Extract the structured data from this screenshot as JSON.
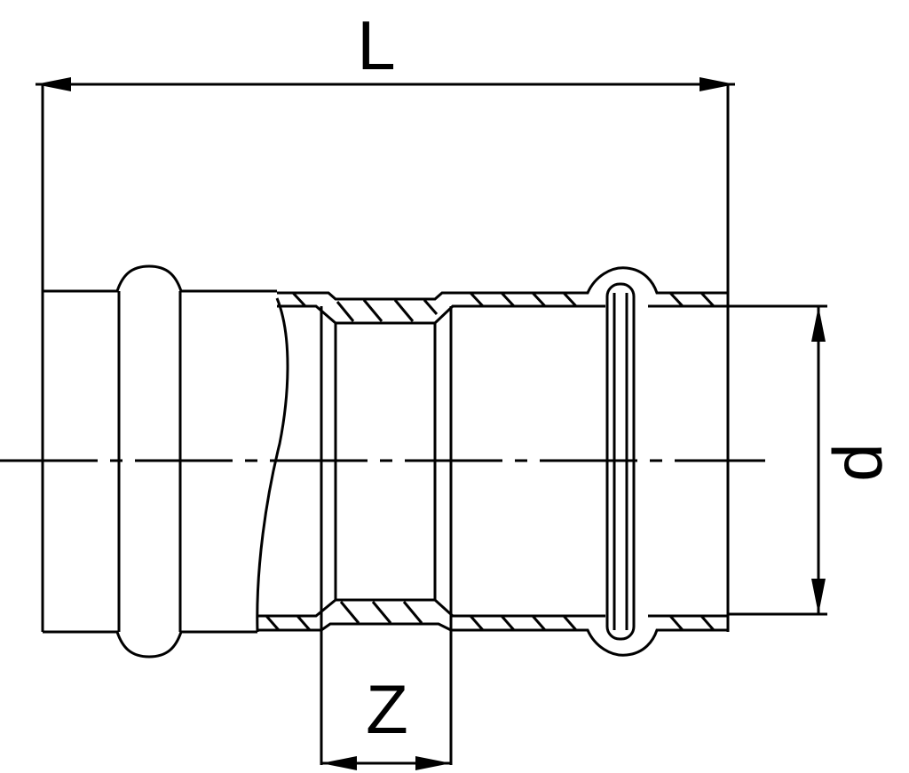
{
  "dimensions": {
    "length_label": "L",
    "insertion_label": "Z",
    "diameter_label": "d"
  },
  "colors": {
    "line": "#000000",
    "background": "#ffffff"
  }
}
